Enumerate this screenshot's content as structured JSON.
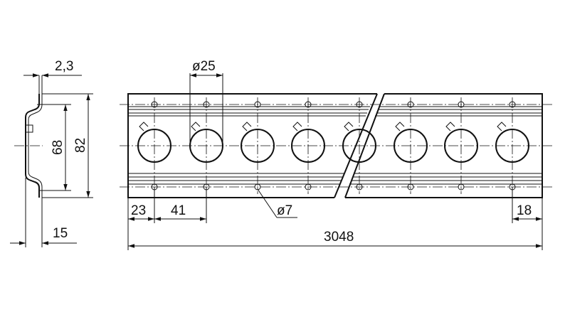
{
  "drawing": {
    "dimensions": {
      "thickness": "2,3",
      "inner_height": "68",
      "outer_height": "82",
      "depth": "15",
      "large_hole_dia": "ø25",
      "small_hole_dia": "ø7",
      "edge_offset": "23",
      "hole_pitch": "41",
      "end_offset": "18",
      "total_length": "3048"
    }
  }
}
